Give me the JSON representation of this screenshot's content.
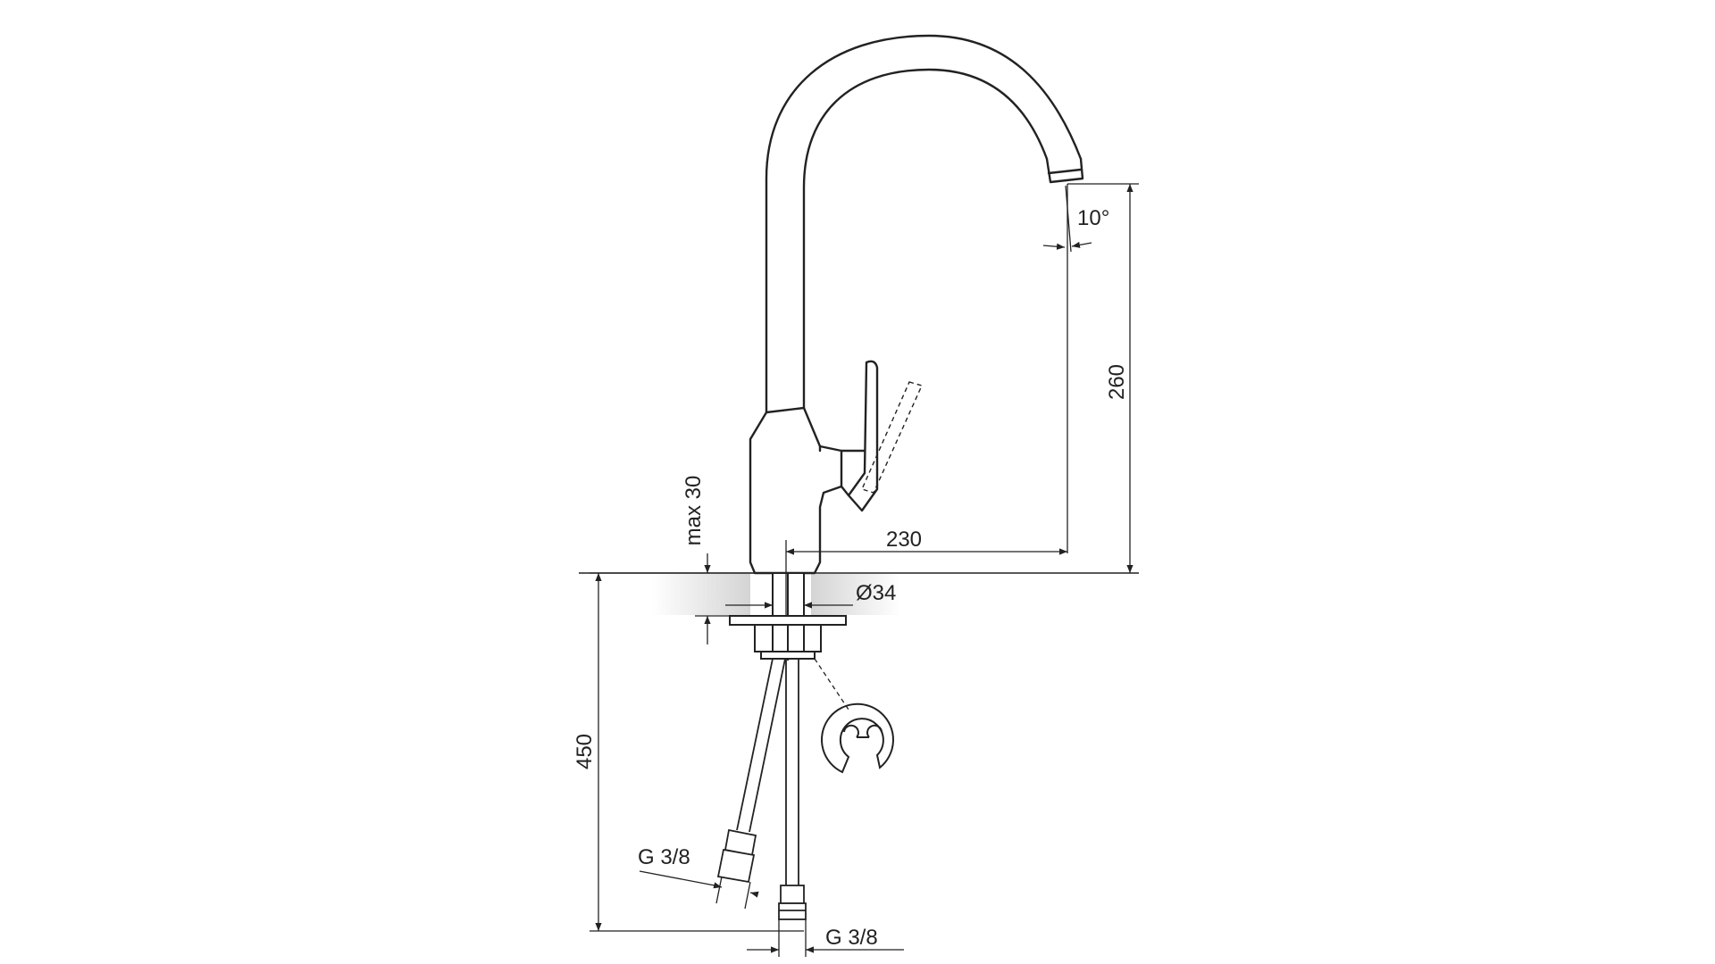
{
  "drawing": {
    "line_color": "#222222",
    "counter_shade": "#d9d9d9",
    "dimensions": {
      "spout_height": "260",
      "spout_reach": "230",
      "deck_thickness": "max 30",
      "hole_diameter": "Ø34",
      "spout_angle": "10°",
      "hose_length": "450",
      "thread_left": "G 3/8",
      "thread_right": "G 3/8"
    }
  }
}
